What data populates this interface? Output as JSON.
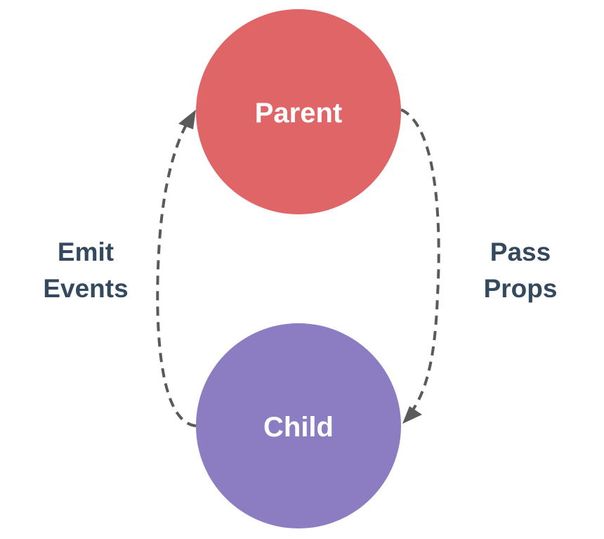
{
  "colors": {
    "parent_fill": "#e06567",
    "child_fill": "#8c7cc2",
    "node_text": "#ffffff",
    "edge_label_text": "#35495e",
    "edge_stroke": "#5a5a5a",
    "background": "#ffffff"
  },
  "nodes": {
    "parent": {
      "label": "Parent"
    },
    "child": {
      "label": "Child"
    }
  },
  "edges": {
    "pass_props": {
      "from": "Parent",
      "to": "Child",
      "label_lines": [
        "Pass",
        "Props"
      ],
      "style": "dashed"
    },
    "emit_events": {
      "from": "Child",
      "to": "Parent",
      "label_lines": [
        "Emit",
        "Events"
      ],
      "style": "dashed"
    }
  }
}
